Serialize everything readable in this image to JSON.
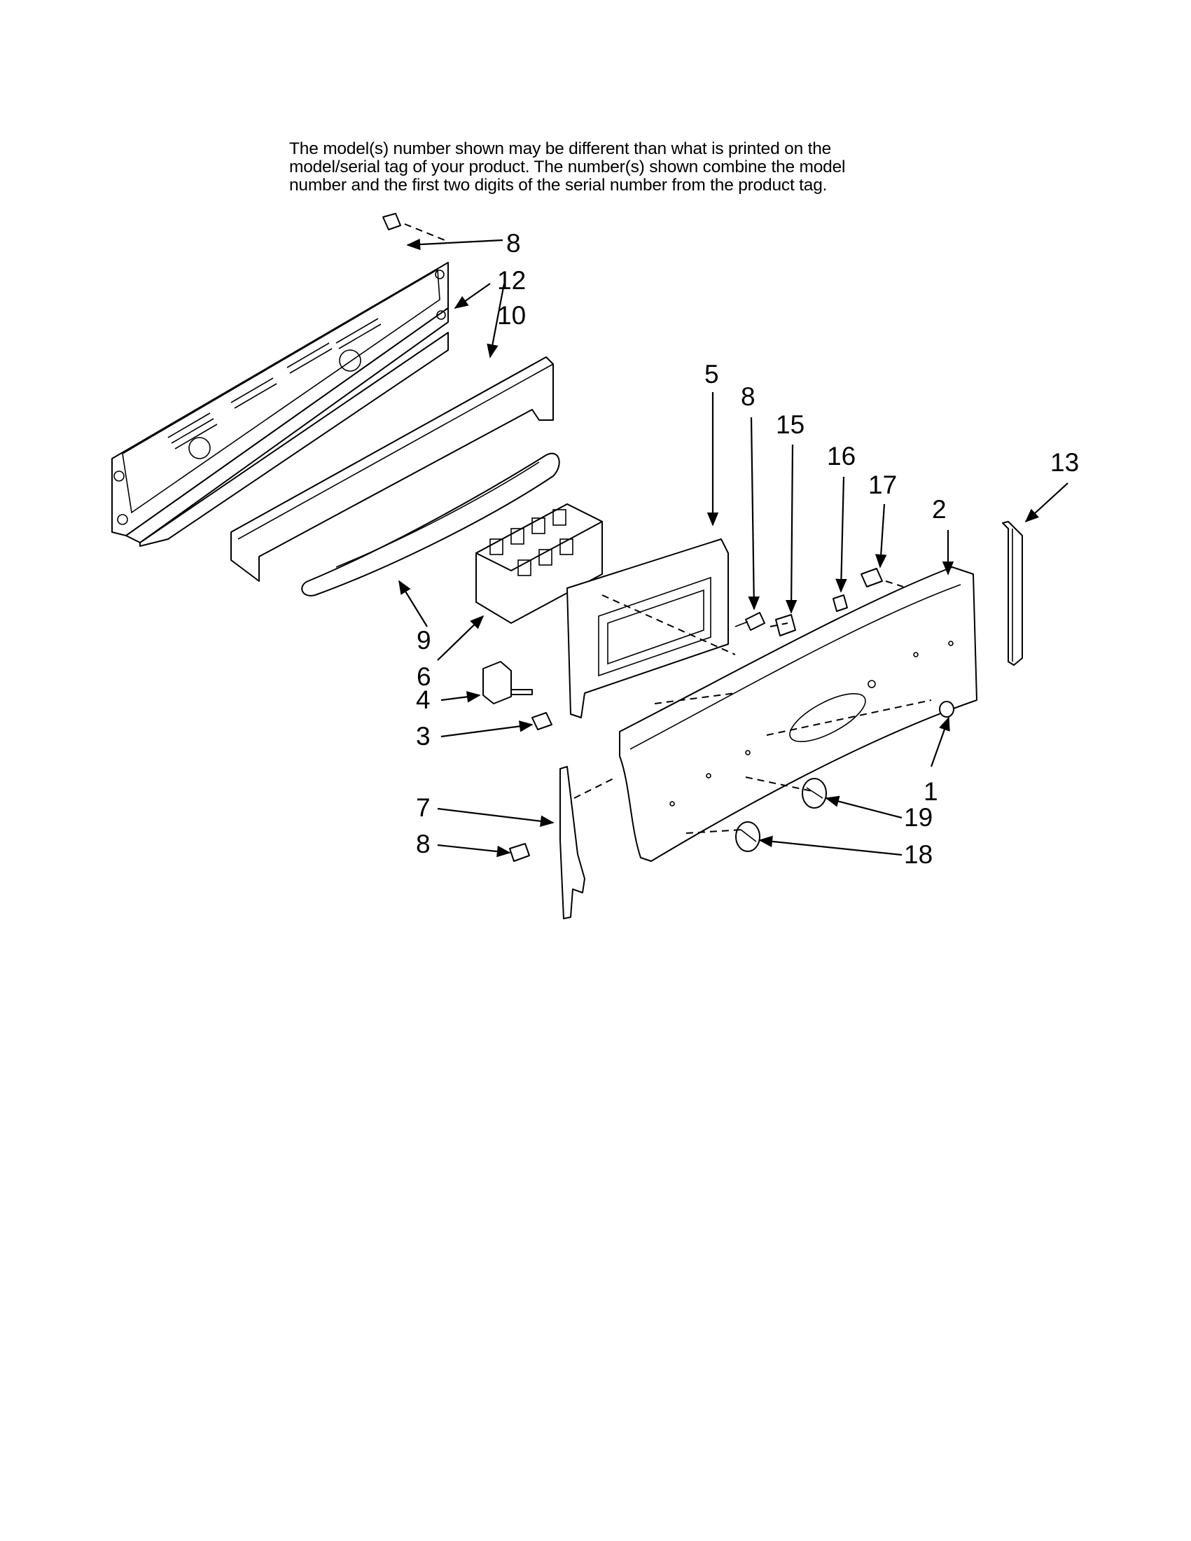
{
  "note": {
    "lines": [
      "The model(s) number shown may be different than what is printed on the",
      "model/serial tag of your product. The number(s) shown combine the model",
      "number and the first two digits of the serial number from the product tag."
    ]
  },
  "callouts": {
    "c8_top": "8",
    "c12": "12",
    "c10": "10",
    "c5": "5",
    "c8_mid": "8",
    "c15": "15",
    "c16": "16",
    "c17": "17",
    "c13": "13",
    "c2": "2",
    "c9": "9",
    "c6": "6",
    "c4": "4",
    "c3": "3",
    "c1": "1",
    "c7": "7",
    "c19": "19",
    "c8_bottom": "8",
    "c18": "18"
  }
}
